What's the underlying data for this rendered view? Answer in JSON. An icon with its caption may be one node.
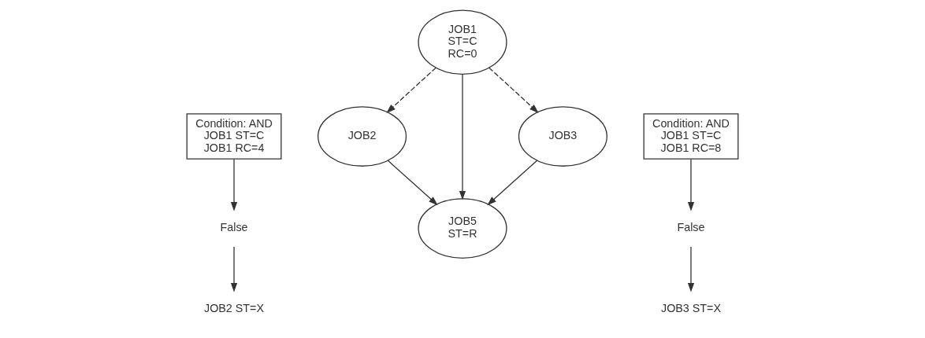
{
  "diagram": {
    "nodes": [
      {
        "text": [
          "JOB1",
          "ST=C",
          "RC=0"
        ]
      },
      {
        "text": [
          "Condition: AND",
          "JOB1 ST=C",
          "JOB1 RC=4"
        ]
      },
      {
        "text": [
          "JOB2"
        ]
      },
      {
        "text": [
          "JOB3"
        ]
      },
      {
        "text": [
          "Condition: AND",
          "JOB1 ST=C",
          "JOB1 RC=8"
        ]
      },
      {
        "text": [
          "False"
        ]
      },
      {
        "text": [
          "False"
        ]
      },
      {
        "text": [
          "JOB2 ST=X"
        ]
      },
      {
        "text": [
          "JOB3 ST=X"
        ]
      },
      {
        "text": [
          "JOB5",
          "ST=R"
        ]
      }
    ],
    "edges": [
      {
        "from": 0,
        "to": 2,
        "arrow": "to",
        "style": "dashed"
      },
      {
        "from": 0,
        "to": 9,
        "arrow": "to"
      },
      {
        "from": 0,
        "to": 3,
        "arrow": "to",
        "style": "dashed"
      },
      {
        "from": 1,
        "to": 5,
        "arrow": "to"
      },
      {
        "from": 5,
        "to": 7,
        "arrow": "to"
      },
      {
        "from": 2,
        "to": 9,
        "arrow": "to"
      },
      {
        "from": 3,
        "to": 9,
        "arrow": "to"
      },
      {
        "from": 4,
        "to": 6,
        "arrow": "to"
      },
      {
        "from": 6,
        "to": 8,
        "arrow": "to"
      }
    ]
  }
}
